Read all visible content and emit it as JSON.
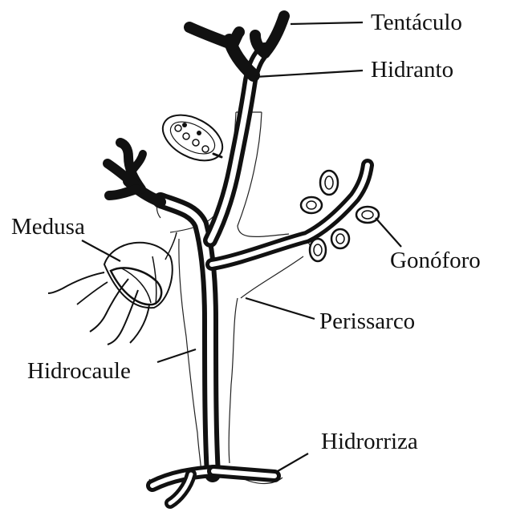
{
  "labels": {
    "tentaculo": "Tentáculo",
    "hidranto": "Hidranto",
    "medusa": "Medusa",
    "gonoforo": "Gonóforo",
    "perissarco": "Perissarco",
    "hidrocaule": "Hidrocaule",
    "hidrorriza": "Hidrorriza"
  }
}
